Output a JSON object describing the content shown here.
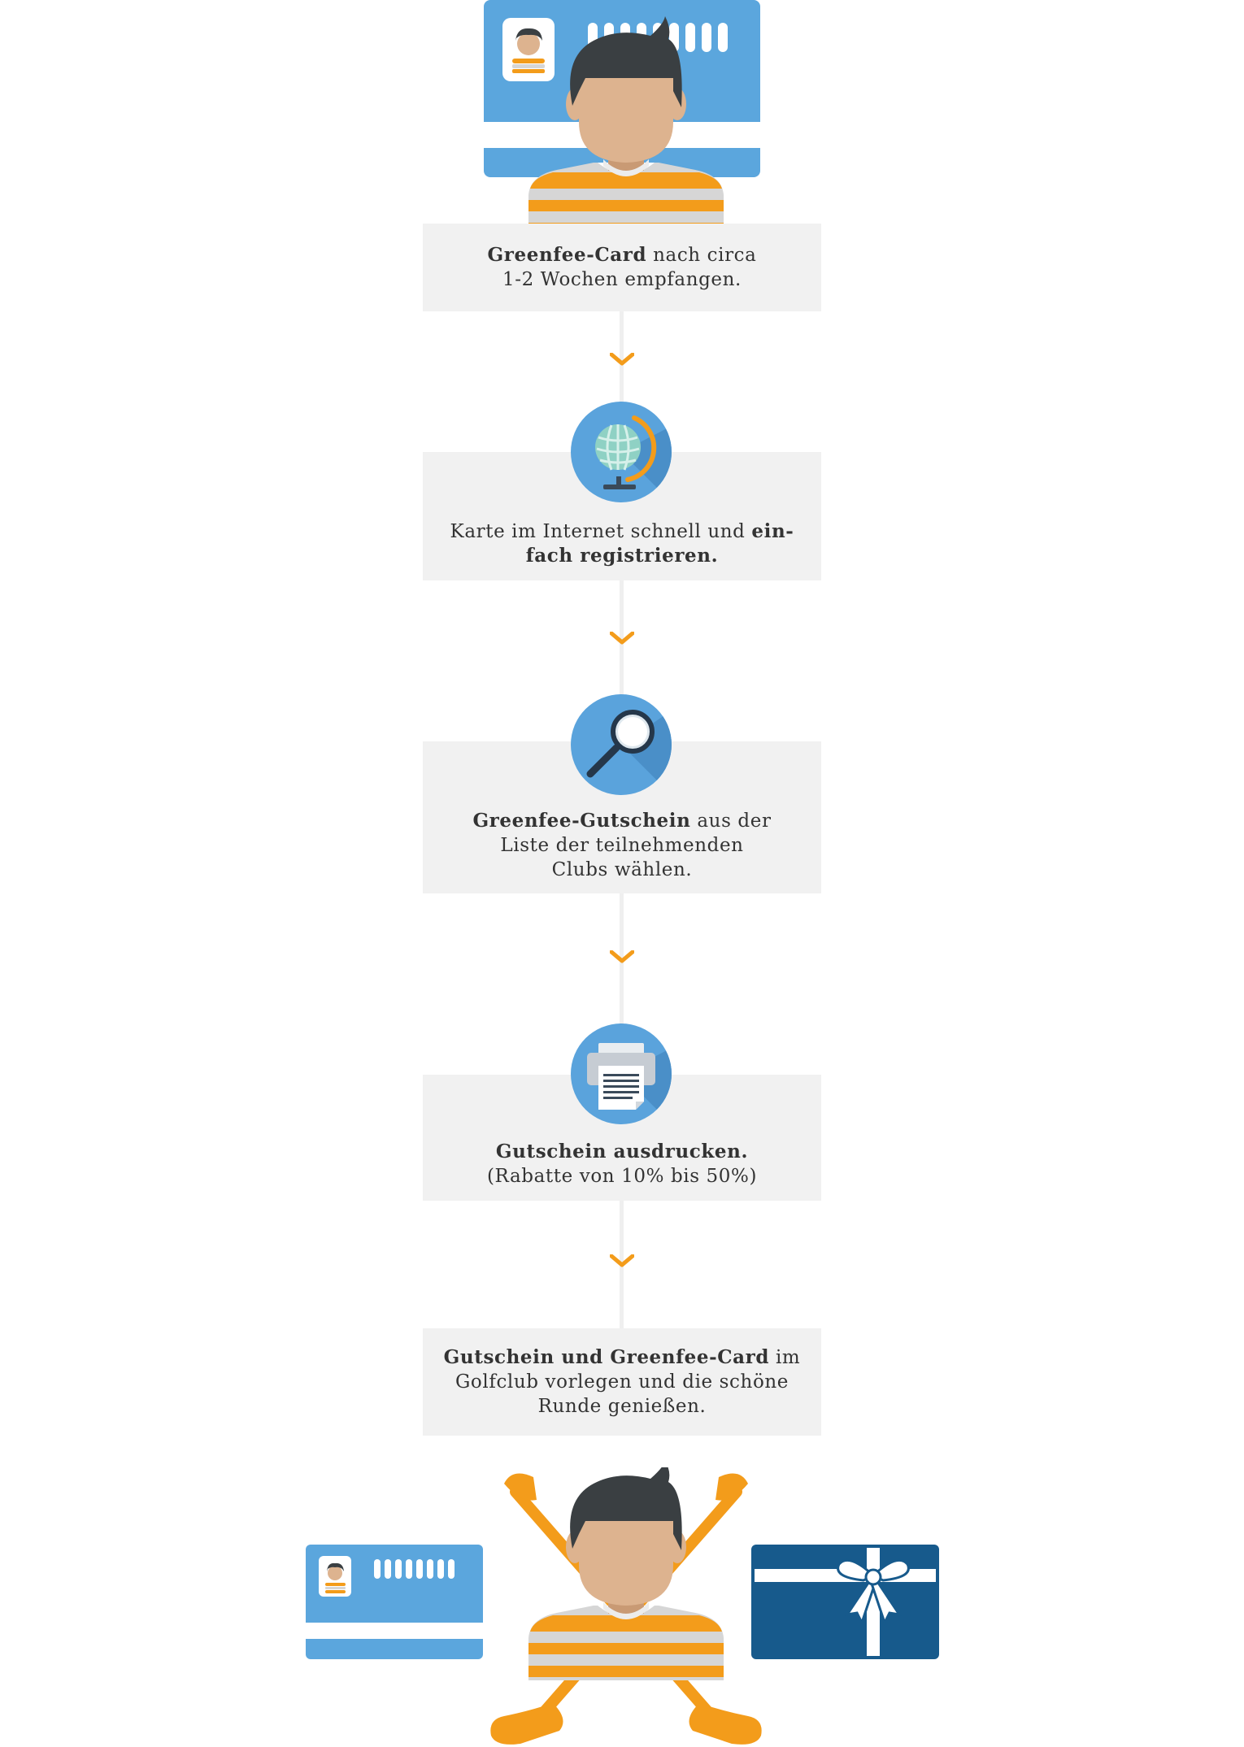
{
  "steps": [
    {
      "id": "receive-card",
      "lines": [
        [
          {
            "t": "Greenfee-Card",
            "b": true
          },
          {
            "t": " nach circa",
            "b": false
          }
        ],
        [
          {
            "t": "1-2 Wochen empfangen.",
            "b": false
          }
        ]
      ]
    },
    {
      "id": "register-card",
      "icon": "globe-icon",
      "lines": [
        [
          {
            "t": "Karte im Internet schnell und ",
            "b": false
          },
          {
            "t": "ein-",
            "b": true
          }
        ],
        [
          {
            "t": "fach registrieren.",
            "b": true
          }
        ]
      ]
    },
    {
      "id": "choose-voucher",
      "icon": "magnifier-icon",
      "lines": [
        [
          {
            "t": "Greenfee-Gutschein",
            "b": true
          },
          {
            "t": " aus der",
            "b": false
          }
        ],
        [
          {
            "t": "Liste der teilnehmenden",
            "b": false
          }
        ],
        [
          {
            "t": "Clubs wählen.",
            "b": false
          }
        ]
      ]
    },
    {
      "id": "print-voucher",
      "icon": "printer-icon",
      "lines": [
        [
          {
            "t": "Gutschein ausdrucken.",
            "b": true
          }
        ],
        [
          {
            "t": "(Rabatte von 10% bis 50%)",
            "b": false
          }
        ]
      ]
    },
    {
      "id": "present-voucher",
      "lines": [
        [
          {
            "t": "Gutschein und Greenfee-Card",
            "b": true
          },
          {
            "t": " im",
            "b": false
          }
        ],
        [
          {
            "t": "Golfclub vorlegen und die schöne",
            "b": false
          }
        ],
        [
          {
            "t": "Runde genießen.",
            "b": false
          }
        ]
      ]
    }
  ],
  "illustrations": {
    "top": [
      "id-card-icon",
      "person-icon"
    ],
    "bottom": [
      "id-card-icon",
      "golf-clubs-icon",
      "person-icon",
      "gift-card-icon"
    ]
  },
  "colors": {
    "card_blue": "#5ba6dd",
    "icon_circle": "#5aa3dc",
    "icon_shadow": "#4a8fc8",
    "orange": "#f39c1b",
    "stripe_grey": "#d6d6d6",
    "skin": "#ddb38f",
    "hair": "#3a3f42",
    "gift_blue": "#175a8c",
    "box_bg": "#f1f1f1",
    "connector": "#efefef",
    "text": "#333333"
  }
}
